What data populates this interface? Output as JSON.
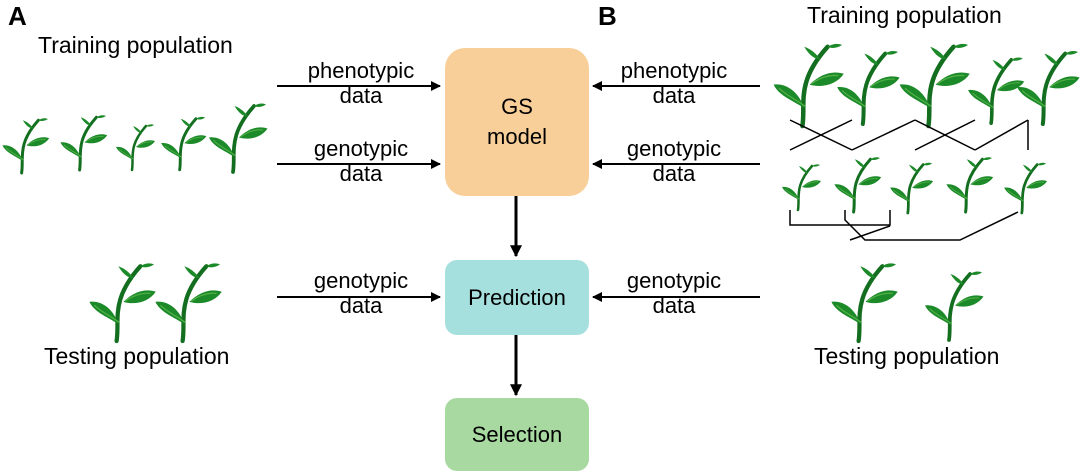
{
  "panel_a": {
    "letter": "A",
    "training_population": "Training population",
    "testing_population": "Testing population"
  },
  "panel_b": {
    "letter": "B",
    "training_population": "Training population",
    "testing_population": "Testing population"
  },
  "inputs": {
    "phenotypic": "phenotypic\ndata",
    "genotypic": "genotypic\ndata"
  },
  "boxes": {
    "gs_model": "GS\nmodel",
    "prediction": "Prediction",
    "selection": "Selection"
  },
  "colors": {
    "gs_model": "#f9cf99",
    "prediction": "#a6e0de",
    "selection": "#a8d9a0",
    "plant_stem": "#136f1f",
    "plant_leaf": "#1d8a2a",
    "plant_leaf_light": "#4fb046"
  },
  "icons": {
    "plant": "seedling-icon"
  }
}
